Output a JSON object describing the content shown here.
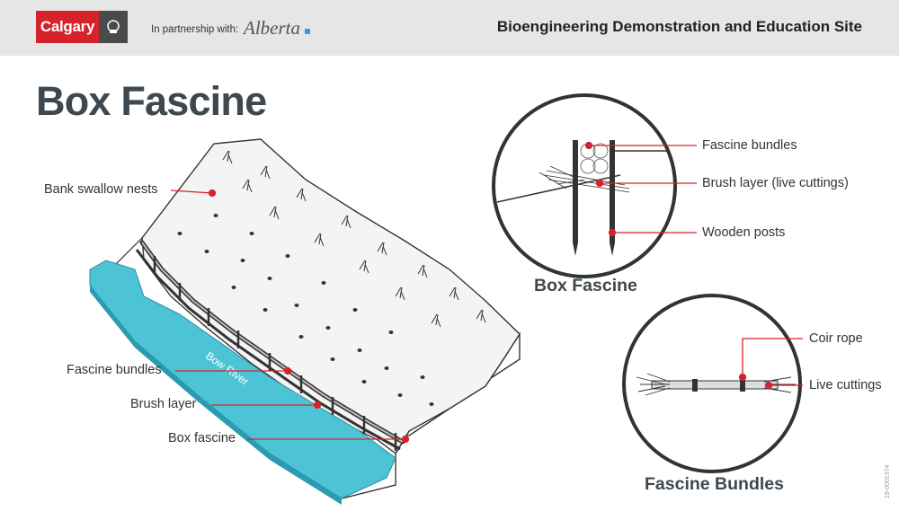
{
  "header": {
    "logo_text": "Calgary",
    "partner_text": "In partnership with:",
    "partner_logo_text": "Alberta",
    "site_title": "Bioengineering Demonstration and Education Site"
  },
  "title": "Box Fascine",
  "main_diagram": {
    "river_label": "Bow River",
    "labels": {
      "nests": "Bank swallow nests",
      "fascine_bundles": "Fascine bundles",
      "brush_layer": "Brush layer",
      "box_fascine": "Box fascine"
    }
  },
  "detail_box_fascine": {
    "caption": "Box Fascine",
    "labels": {
      "fascine_bundles": "Fascine bundles",
      "brush_layer": "Brush layer (live cuttings)",
      "wooden_posts": "Wooden posts"
    }
  },
  "detail_fascine_bundles": {
    "caption": "Fascine Bundles",
    "labels": {
      "coir_rope": "Coir rope",
      "live_cuttings": "Live cuttings"
    }
  },
  "document_code": "19-0001374",
  "colors": {
    "accent_red": "#d6222a",
    "river": "#4dc3d6",
    "heading": "#3d4850"
  }
}
